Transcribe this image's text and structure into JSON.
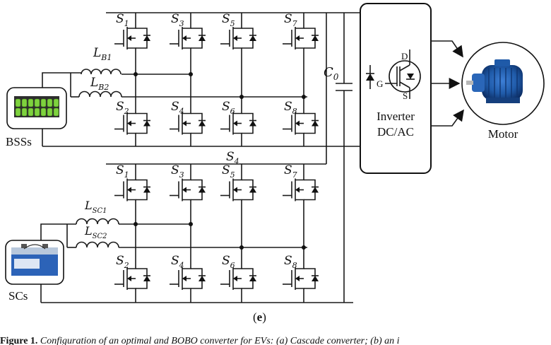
{
  "labels": {
    "bss_block": "BSSs",
    "sc_block": "SCs",
    "motor": "Motor",
    "inverter_line1": "Inverter",
    "inverter_line2": "DC/AC",
    "capacitor": "C",
    "capacitor_sub": "0",
    "subfigure": "e",
    "caption_prefix": "Figure 1.",
    "caption_text": "Configuration of an optimal and BOBO converter for EVs: (a) Cascade converter; (b) an i"
  },
  "bss_converter": {
    "inductors": [
      {
        "symbol": "L",
        "sub": "B1"
      },
      {
        "symbol": "L",
        "sub": "B2"
      }
    ],
    "switches_top": [
      {
        "symbol": "S",
        "sub": "1"
      },
      {
        "symbol": "S",
        "sub": "3"
      },
      {
        "symbol": "S",
        "sub": "5"
      },
      {
        "symbol": "S",
        "sub": "7"
      }
    ],
    "switches_bottom": [
      {
        "symbol": "S",
        "sub": "2"
      },
      {
        "symbol": "S",
        "sub": "4"
      },
      {
        "symbol": "S",
        "sub": "6"
      },
      {
        "symbol": "S",
        "sub": "8"
      }
    ]
  },
  "link_switch": {
    "symbol": "S",
    "sub": "4"
  },
  "sc_converter": {
    "inductors": [
      {
        "symbol": "L",
        "sub": "SC1"
      },
      {
        "symbol": "L",
        "sub": "SC2"
      }
    ],
    "switches_top": [
      {
        "symbol": "S",
        "sub": "1"
      },
      {
        "symbol": "S",
        "sub": "3"
      },
      {
        "symbol": "S",
        "sub": "5"
      },
      {
        "symbol": "S",
        "sub": "7"
      }
    ],
    "switches_bottom": [
      {
        "symbol": "S",
        "sub": "2"
      },
      {
        "symbol": "S",
        "sub": "4"
      },
      {
        "symbol": "S",
        "sub": "6"
      },
      {
        "symbol": "S",
        "sub": "8"
      }
    ]
  },
  "inverter_pins": {
    "drain": "D",
    "gate": "G",
    "source": "S"
  },
  "icons": {
    "battery": "battery-pack-icon",
    "supercap": "supercapacitor-icon",
    "motor": "motor-icon"
  }
}
